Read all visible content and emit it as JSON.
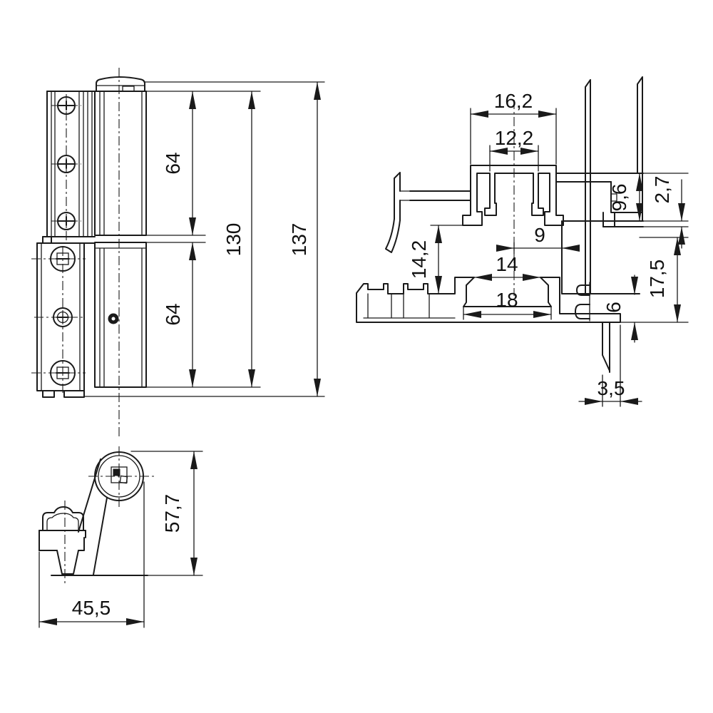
{
  "drawing": {
    "colors": {
      "line": "#1a1a1a",
      "background": "#ffffff"
    },
    "dims": {
      "front": {
        "upper64": "64",
        "lower64": "64",
        "between130": "130",
        "overall137": "137"
      },
      "profile": {
        "outer_top_width": "16,2",
        "inner_top_width": "12,2",
        "offset9": "9",
        "height142": "14,2",
        "groove_top14": "14",
        "groove_bottom18": "18",
        "height96": "9,6",
        "thickness27": "2,7",
        "height175": "17,5",
        "clip6": "6",
        "offset35": "3,5"
      },
      "top": {
        "height577": "57,7",
        "width455": "45,5"
      }
    }
  }
}
